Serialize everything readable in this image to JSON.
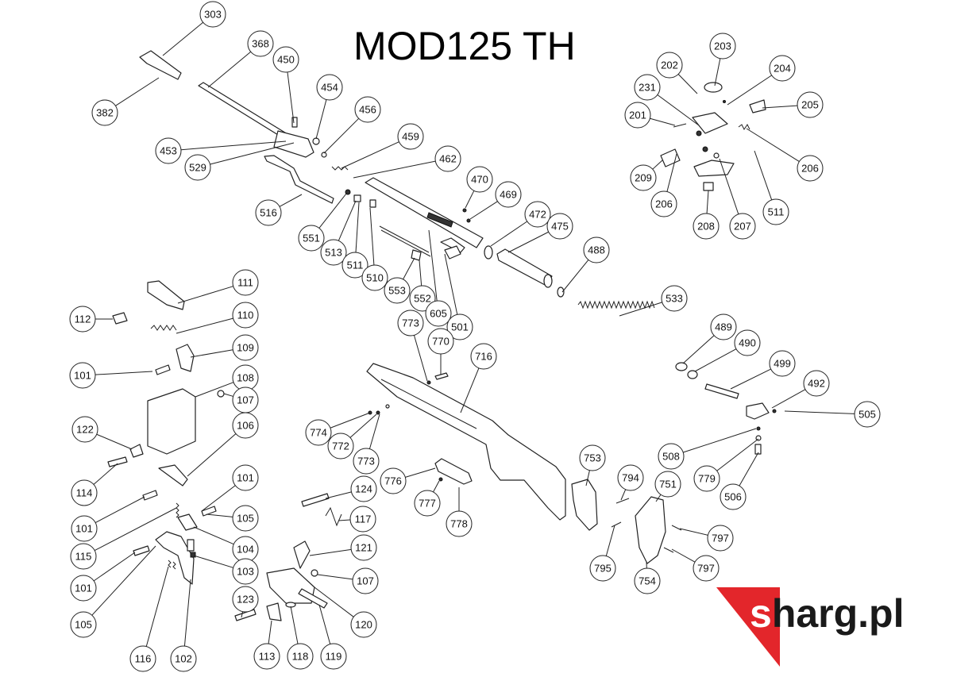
{
  "title": "MOD125 TH",
  "brand": {
    "first_letter": "s",
    "rest": "harg.pl",
    "accent_color": "#e3262b",
    "text_color": "#1a1a1a"
  },
  "callouts": [
    "303",
    "368",
    "450",
    "454",
    "456",
    "459",
    "462",
    "470",
    "469",
    "472",
    "475",
    "488",
    "533",
    "489",
    "490",
    "499",
    "492",
    "505",
    "508",
    "779",
    "506",
    "382",
    "453",
    "529",
    "516",
    "551",
    "513",
    "511",
    "510",
    "553",
    "552",
    "605",
    "501",
    "773",
    "770",
    "716",
    "774",
    "772",
    "773",
    "776",
    "777",
    "778",
    "753",
    "794",
    "751",
    "797",
    "797",
    "795",
    "754",
    "111",
    "112",
    "110",
    "109",
    "101",
    "108",
    "107",
    "122",
    "106",
    "114",
    "101",
    "101",
    "105",
    "115",
    "104",
    "101",
    "103",
    "105",
    "116",
    "102",
    "124",
    "117",
    "121",
    "107",
    "120",
    "123",
    "113",
    "118",
    "119",
    "202",
    "203",
    "204",
    "231",
    "201",
    "205",
    "206",
    "209",
    "206",
    "208",
    "207",
    "511"
  ]
}
